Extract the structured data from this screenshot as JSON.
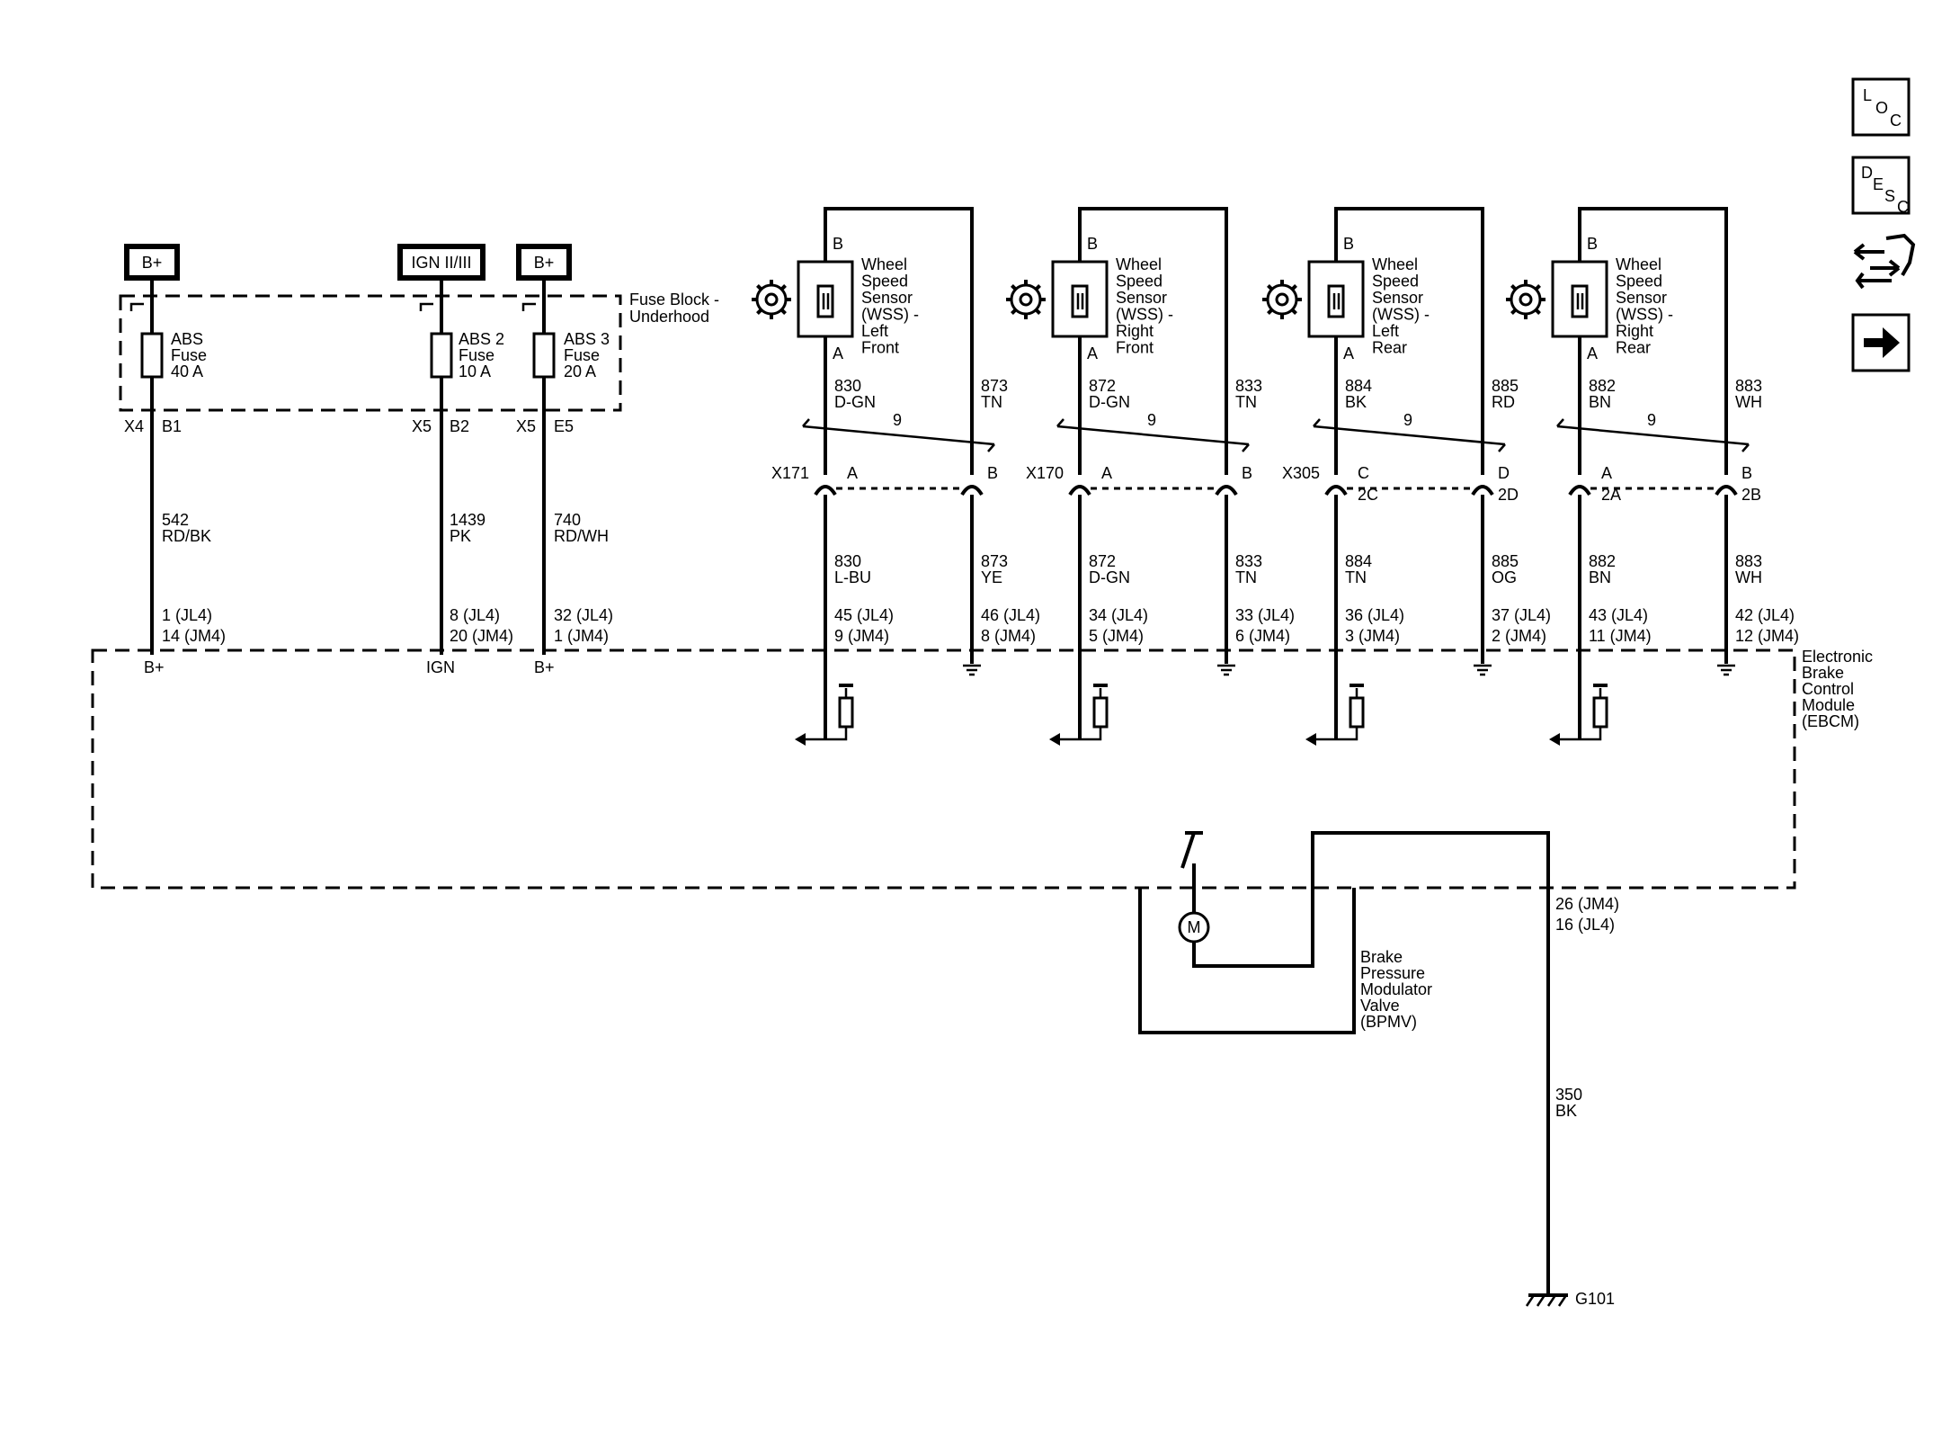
{
  "nav": {
    "loc_label": "LOC",
    "desc_label": "DESC"
  },
  "power": {
    "b1_label": "B+",
    "ign_label": "IGN II/III",
    "b2_label": "B+"
  },
  "fuse_block": {
    "label_line1": "Fuse Block -",
    "label_line2": "Underhood",
    "fuses": [
      {
        "name1": "ABS",
        "name2": "Fuse",
        "rating": "40 A",
        "connector": "X4",
        "pin": "B1",
        "circuit": "542",
        "color": "RD/BK",
        "pins1": "1 (JL4)",
        "pins2": "14 (JM4)",
        "terminal": "B+"
      },
      {
        "name1": "ABS 2",
        "name2": "Fuse",
        "rating": "10 A",
        "connector": "X5",
        "pin": "B2",
        "circuit": "1439",
        "color": "PK",
        "pins1": "8 (JL4)",
        "pins2": "20 (JM4)",
        "terminal": "IGN"
      },
      {
        "name1": "ABS 3",
        "name2": "Fuse",
        "rating": "20 A",
        "connector": "X5",
        "pin": "E5",
        "circuit": "740",
        "color": "RD/WH",
        "pins1": "32 (JL4)",
        "pins2": "1 (JM4)",
        "terminal": "B+"
      }
    ]
  },
  "sensors": [
    {
      "l1": "Wheel",
      "l2": "Speed",
      "l3": "Sensor",
      "l4": "(WSS) -",
      "l5": "Left",
      "l6": "Front",
      "pin_b": "B",
      "pin_a": "A",
      "twist": "9",
      "conn": "X171",
      "conn_pin_a": "A",
      "conn_pin_b": "B",
      "sub_a": "",
      "sub_b": "",
      "a_circ_top": "830",
      "a_color_top": "D-GN",
      "b_circ_top": "873",
      "b_color_top": "TN",
      "a_circ_bot": "830",
      "a_color_bot": "L-BU",
      "b_circ_bot": "873",
      "b_color_bot": "YE",
      "a_pin1": "45 (JL4)",
      "a_pin2": "9 (JM4)",
      "b_pin1": "46 (JL4)",
      "b_pin2": "8 (JM4)"
    },
    {
      "l1": "Wheel",
      "l2": "Speed",
      "l3": "Sensor",
      "l4": "(WSS) -",
      "l5": "Right",
      "l6": "Front",
      "pin_b": "B",
      "pin_a": "A",
      "twist": "9",
      "conn": "X170",
      "conn_pin_a": "A",
      "conn_pin_b": "B",
      "sub_a": "",
      "sub_b": "",
      "a_circ_top": "872",
      "a_color_top": "D-GN",
      "b_circ_top": "833",
      "b_color_top": "TN",
      "a_circ_bot": "872",
      "a_color_bot": "D-GN",
      "b_circ_bot": "833",
      "b_color_bot": "TN",
      "a_pin1": "34 (JL4)",
      "a_pin2": "5 (JM4)",
      "b_pin1": "33 (JL4)",
      "b_pin2": "6 (JM4)"
    },
    {
      "l1": "Wheel",
      "l2": "Speed",
      "l3": "Sensor",
      "l4": "(WSS) -",
      "l5": "Left",
      "l6": "Rear",
      "pin_b": "B",
      "pin_a": "A",
      "twist": "9",
      "conn": "X305",
      "conn_pin_a": "C",
      "conn_pin_b": "D",
      "sub_a": "2C",
      "sub_b": "2D",
      "a_circ_top": "884",
      "a_color_top": "BK",
      "b_circ_top": "885",
      "b_color_top": "RD",
      "a_circ_bot": "884",
      "a_color_bot": "TN",
      "b_circ_bot": "885",
      "b_color_bot": "OG",
      "a_pin1": "36 (JL4)",
      "a_pin2": "3 (JM4)",
      "b_pin1": "37 (JL4)",
      "b_pin2": "2 (JM4)"
    },
    {
      "l1": "Wheel",
      "l2": "Speed",
      "l3": "Sensor",
      "l4": "(WSS) -",
      "l5": "Right",
      "l6": "Rear",
      "pin_b": "B",
      "pin_a": "A",
      "twist": "9",
      "conn": "",
      "conn_pin_a": "A",
      "conn_pin_b": "B",
      "sub_a": "2A",
      "sub_b": "2B",
      "a_circ_top": "882",
      "a_color_top": "BN",
      "b_circ_top": "883",
      "b_color_top": "WH",
      "a_circ_bot": "882",
      "a_color_bot": "BN",
      "b_circ_bot": "883",
      "b_color_bot": "WH",
      "a_pin1": "43 (JL4)",
      "a_pin2": "11 (JM4)",
      "b_pin1": "42 (JL4)",
      "b_pin2": "12 (JM4)"
    }
  ],
  "ebcm": {
    "l1": "Electronic",
    "l2": "Brake",
    "l3": "Control",
    "l4": "Module",
    "l5": "(EBCM)"
  },
  "bpmv": {
    "l1": "Brake",
    "l2": "Pressure",
    "l3": "Modulator",
    "l4": "Valve",
    "l5": "(BPMV)",
    "motor": "M"
  },
  "ground": {
    "pin1": "26 (JM4)",
    "pin2": "16 (JL4)",
    "circuit": "350",
    "color": "BK",
    "name": "G101"
  }
}
